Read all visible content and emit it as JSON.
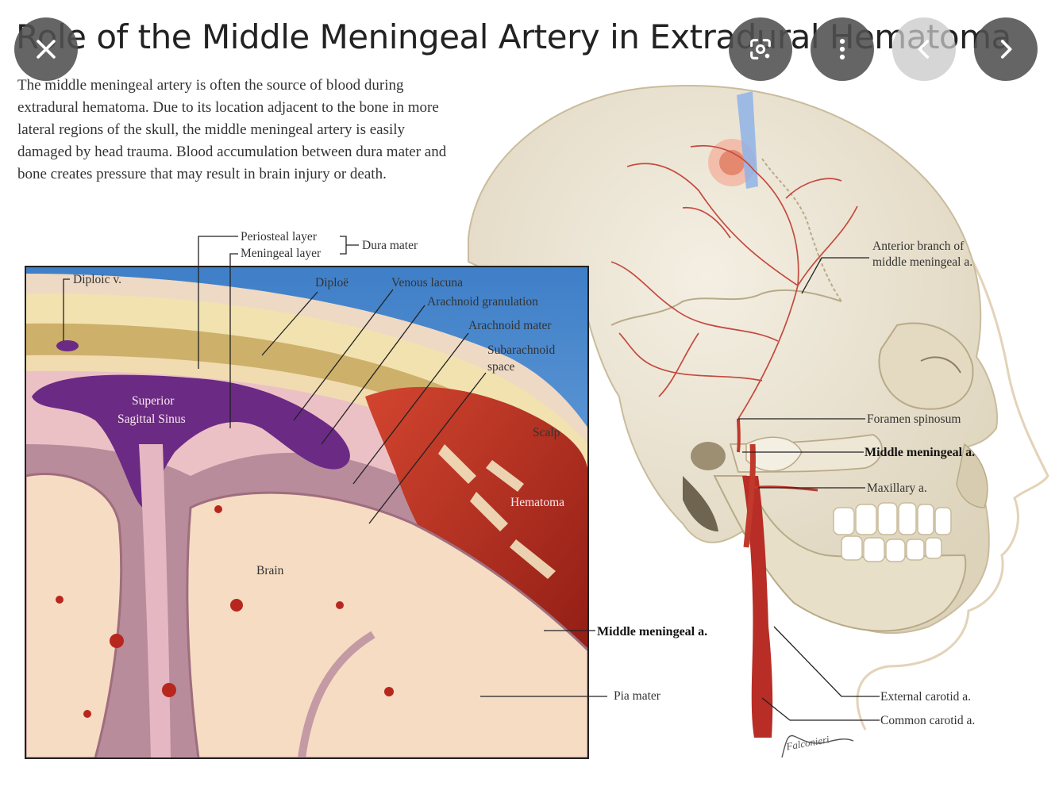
{
  "title": "Role of the Middle Meningeal Artery in Extradural Hematoma",
  "intro": "The middle meningeal artery is often the source of blood during extradural hematoma. Due to its location adjacent to the bone in more lateral regions of the skull, the middle meningeal artery is easily damaged by head trauma. Blood accumulation between dura mater and bone creates pressure that may result in brain injury or death.",
  "labels": {
    "periosteal": "Periosteal layer",
    "meningeal": "Meningeal layer",
    "dura": "Dura mater",
    "diploic": "Diploic v.",
    "diploe": "Diploë",
    "venous_lacuna": "Venous lacuna",
    "arachnoid_granulation": "Arachnoid granulation",
    "arachnoid_mater": "Arachnoid mater",
    "subarachnoid_1": "Subarachnoid",
    "subarachnoid_2": "space",
    "sinus_1": "Superior",
    "sinus_2": "Sagittal Sinus",
    "scalp": "Scalp",
    "hematoma": "Hematoma",
    "brain": "Brain",
    "mma_inset": "Middle meningeal a.",
    "pia": "Pia mater",
    "anterior_1": "Anterior branch of",
    "anterior_2": "middle meningeal a.",
    "foramen": "Foramen spinosum",
    "mma_skull": "Middle meningeal a.",
    "maxillary": "Maxillary a.",
    "external_carotid": "External carotid a.",
    "common_carotid": "Common carotid a."
  },
  "signature": "Falconieri",
  "controls": [
    "close-icon",
    "lens-search-icon",
    "more-vertical-icon",
    "chevron-left-icon",
    "chevron-right-icon"
  ],
  "colors": {
    "bone": "#ece4cf",
    "brain": "#f6dcc3",
    "tissue": "#c79aa8",
    "sinus": "#6e2a82",
    "hematoma": "#b52a1e",
    "sky": "#5b95d2",
    "artery": "#c0392b"
  }
}
